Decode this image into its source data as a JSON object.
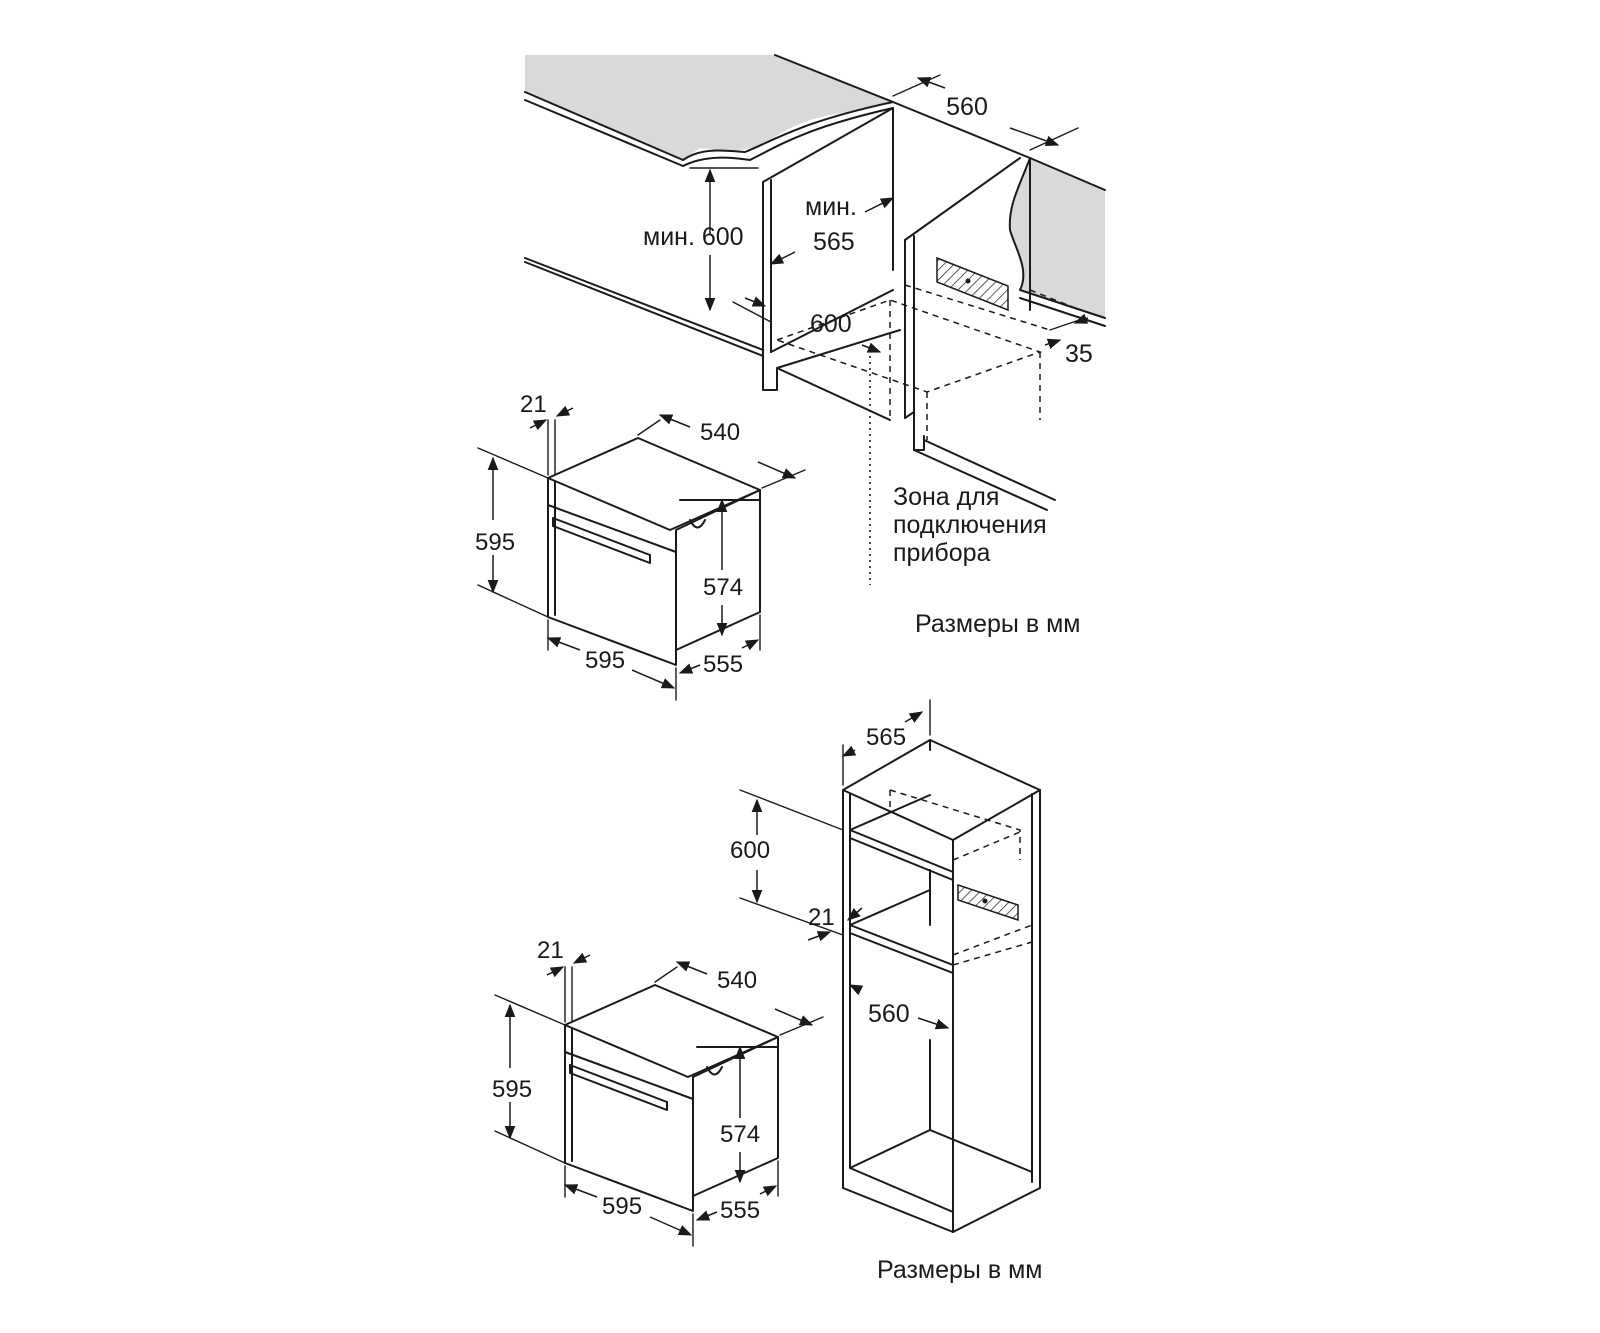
{
  "top": {
    "dims": {
      "worktop_depth": "560",
      "min_height_label": "мин. 600",
      "min_label": "мин.",
      "depth_565": "565",
      "width_600": "600",
      "offset_35": "35"
    },
    "zone_lines": [
      "Зона для",
      "подключения",
      "прибора"
    ],
    "units_note": "Размеры в мм"
  },
  "oven_top": {
    "dims": {
      "front_21": "21",
      "depth_540": "540",
      "height_595": "595",
      "inner_574": "574",
      "width_595": "595",
      "depth_555": "555"
    }
  },
  "bottom": {
    "cabinet_dims": {
      "depth_565": "565",
      "height_600": "600",
      "gap_21": "21",
      "width_560": "560"
    },
    "oven_dims": {
      "front_21": "21",
      "depth_540": "540",
      "height_595": "595",
      "inner_574": "574",
      "width_595": "595",
      "depth_555": "555"
    },
    "units_note": "Размеры в мм"
  },
  "colors": {
    "worktop": "#d9d9d9",
    "line": "#1a1a1a",
    "background": "#ffffff"
  }
}
